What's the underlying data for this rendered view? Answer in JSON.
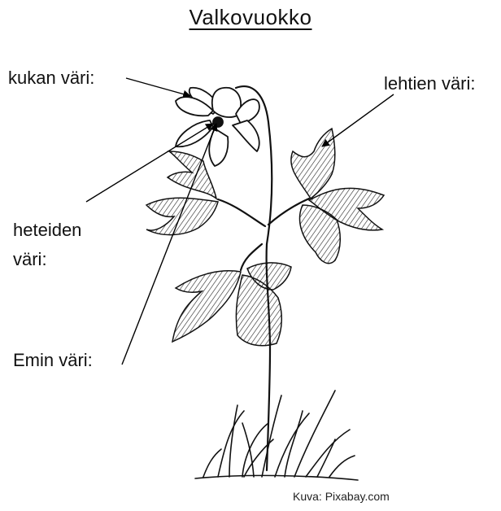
{
  "title": "Valkovuokko",
  "labels": {
    "flower_color": "kukan väri:",
    "leaf_color": "lehtien väri:",
    "stamen_color_line1": "heteiden",
    "stamen_color_line2": "väri:",
    "pistil_color": "Emin väri:"
  },
  "credit": "Kuva: Pixabay.com"
}
